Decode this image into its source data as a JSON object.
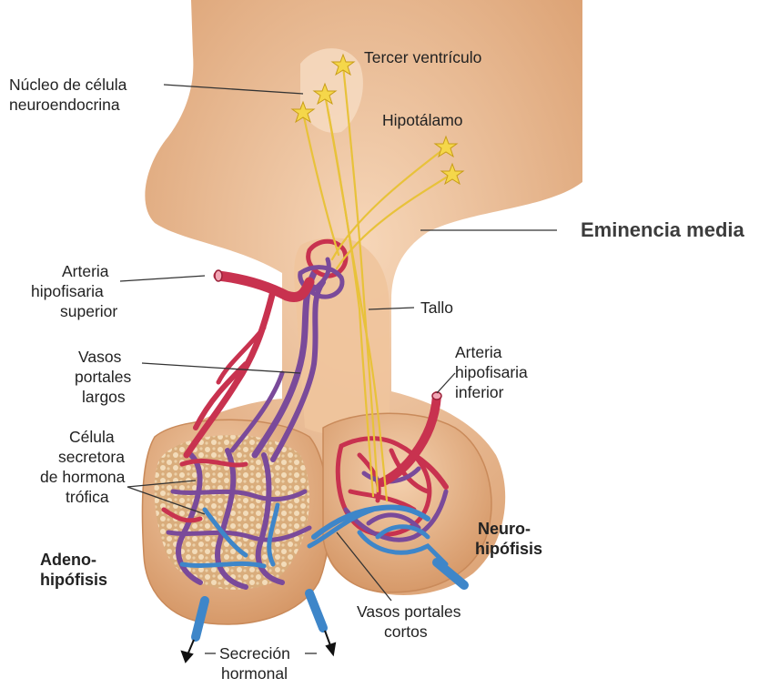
{
  "labels": {
    "nucleo_line1": "Núcleo de célula",
    "nucleo_line2": "neuroendocrina",
    "tercer_ventriculo": "Tercer ventrículo",
    "hipotalamo": "Hipotálamo",
    "eminencia_media": "Eminencia media",
    "arteria_sup_line1": "Arteria",
    "arteria_sup_line2": "hipofisaria",
    "arteria_sup_line3": "superior",
    "tallo": "Tallo",
    "vasos_largos_line1": "Vasos",
    "vasos_largos_line2": "portales",
    "vasos_largos_line3": "largos",
    "arteria_inf_line1": "Arteria",
    "arteria_inf_line2": "hipofisaria",
    "arteria_inf_line3": "inferior",
    "celula_line1": "Célula",
    "celula_line2": "secretora",
    "celula_line3": "de hormona",
    "celula_line4": "trófica",
    "neuro_line1": "Neuro-",
    "neuro_line2": "hipófisis",
    "adeno_line1": "Adeno-",
    "adeno_line2": "hipófisis",
    "vasos_cortos_line1": "Vasos portales",
    "vasos_cortos_line2": "cortos",
    "secrecion_line1": "Secreción",
    "secrecion_line2": "hormonal"
  },
  "colors": {
    "tissue": "#e9b58a",
    "tissue_light": "#f3cfae",
    "artery": "#c8324f",
    "portal": "#7a4a9a",
    "vein": "#3e86c9",
    "axon": "#e8c23a",
    "leader": "#333333"
  }
}
